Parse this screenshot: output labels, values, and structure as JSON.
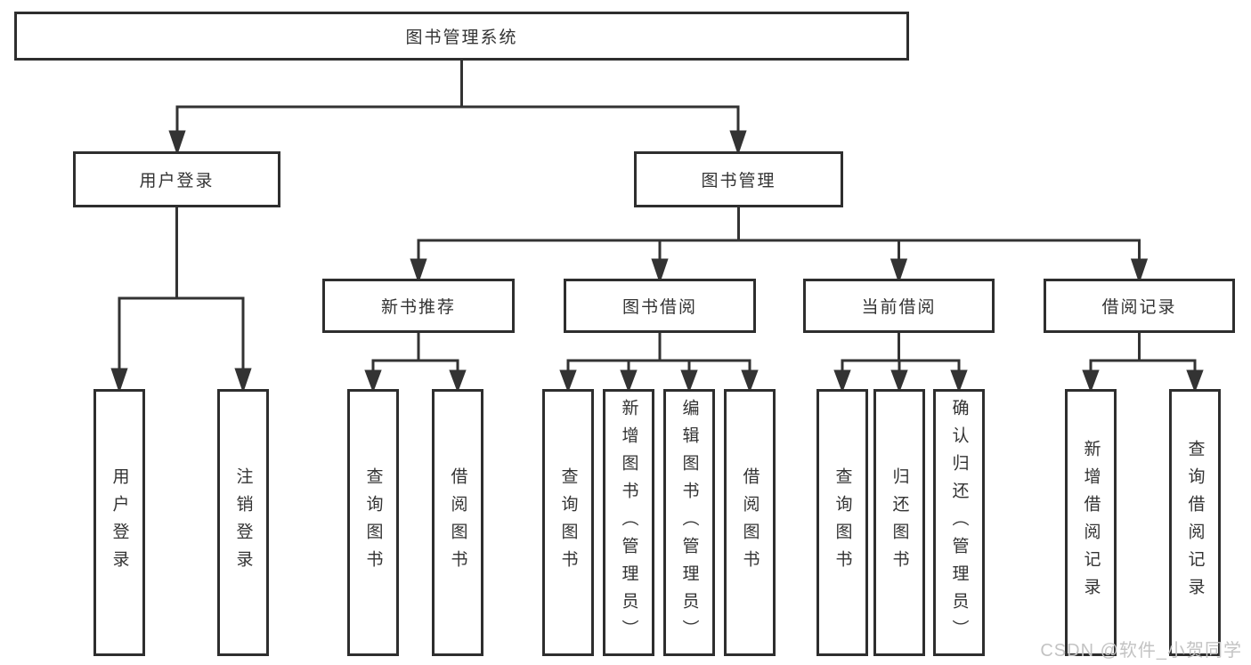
{
  "diagram": {
    "type": "hierarchy-tree",
    "tree": {
      "label": "图书管理系统",
      "children": [
        {
          "label": "用户登录",
          "children": [
            {
              "label": "用户登录"
            },
            {
              "label": "注销登录"
            }
          ]
        },
        {
          "label": "图书管理",
          "children": [
            {
              "label": "新书推荐",
              "children": [
                {
                  "label": "查询图书"
                },
                {
                  "label": "借阅图书"
                }
              ]
            },
            {
              "label": "图书借阅",
              "children": [
                {
                  "label": "查询图书"
                },
                {
                  "label": "新增图书（管理员）"
                },
                {
                  "label": "编辑图书（管理员）"
                },
                {
                  "label": "借阅图书"
                }
              ]
            },
            {
              "label": "当前借阅",
              "children": [
                {
                  "label": "查询图书"
                },
                {
                  "label": "归还图书"
                },
                {
                  "label": "确认归还（管理员）"
                }
              ]
            },
            {
              "label": "借阅记录",
              "children": [
                {
                  "label": "新增借阅记录"
                },
                {
                  "label": "查询借阅记录"
                }
              ]
            }
          ]
        }
      ]
    },
    "watermark": "CSDN @软件_小贺同学",
    "colors": {
      "background": "#ffffff",
      "box_border": "#2e2e2e",
      "line": "#333333",
      "text": "#333333",
      "watermark": "#c3c3c3"
    }
  }
}
